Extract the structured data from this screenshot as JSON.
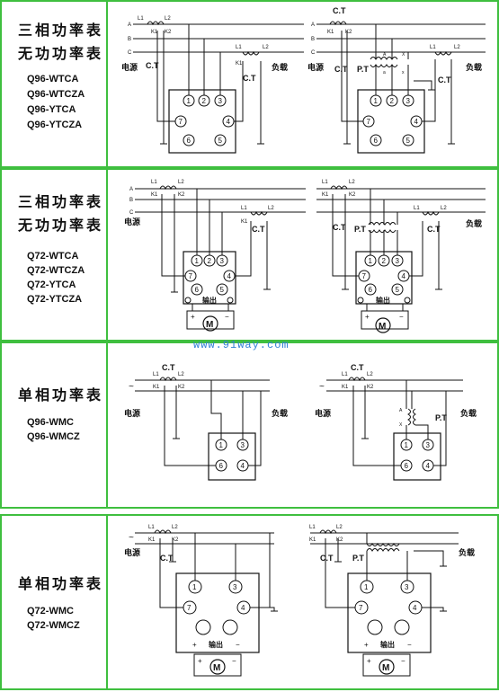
{
  "rows": [
    {
      "title_line1": "三相功率表",
      "title_line2": "无功功率表",
      "models": [
        "Q96-WTCA",
        "Q96-WTCZA",
        "Q96-YTCA",
        "Q96-YTCZA"
      ]
    },
    {
      "title_line1": "三相功率表",
      "title_line2": "无功功率表",
      "models": [
        "Q72-WTCA",
        "Q72-WTCZA",
        "Q72-YTCA",
        "Q72-YTCZA"
      ]
    },
    {
      "title_line1": "单相功率表",
      "models": [
        "Q96-WMC",
        "Q96-WMCZ"
      ]
    },
    {
      "title_line1": "单相功率表",
      "models": [
        "Q72-WMC",
        "Q72-WMCZ"
      ]
    }
  ],
  "watermark": "www.91way.com",
  "labels": {
    "source": "电源",
    "load": "负载",
    "ct": "C.T",
    "pt": "P.T",
    "phase_a": "A",
    "phase_b": "B",
    "phase_c": "C",
    "tilde": "~",
    "l1": "L1",
    "l2": "L2",
    "k1": "K1",
    "k2": "K2",
    "output": "输出",
    "motor": "M",
    "plus": "+",
    "minus": "−",
    "t1": "1",
    "t2": "2",
    "t3": "3",
    "t4": "4",
    "t5": "5",
    "t6": "6",
    "t7": "7",
    "pt_a": "A",
    "pt_x": "X",
    "pt_a_small": "a",
    "pt_x_small": "x"
  }
}
